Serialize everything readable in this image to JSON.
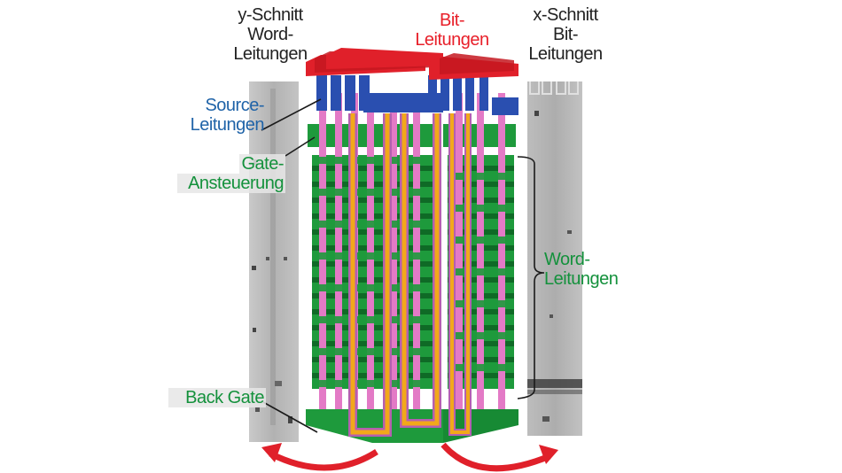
{
  "diagram": {
    "title": "3D NAND memory cell stack with cross sections",
    "labels": {
      "y_section": [
        "y-Schnitt",
        "Word-",
        "Leitungen"
      ],
      "bit_lines": [
        "Bit-",
        "Leitungen"
      ],
      "x_section": [
        "x-Schnitt",
        "Bit-",
        "Leitungen"
      ],
      "source_lines": [
        "Source-",
        "Leitungen"
      ],
      "gate_control": [
        "Gate-",
        "Ansteuerung"
      ],
      "word_lines": [
        "Word-",
        "Leitungen"
      ],
      "back_gate": [
        "Back Gate"
      ]
    },
    "colors": {
      "bit_lines": "#e0202a",
      "source_lines": "#2a4fb0",
      "gate_layers": "#1e9a3c",
      "gate_dark": "#0f6a26",
      "channel_pink": "#e37ac6",
      "channel_orange": "#f2a81a",
      "arrow": "#e0202a",
      "micrograph": "#b9b9b9"
    },
    "layer_count": 18
  }
}
